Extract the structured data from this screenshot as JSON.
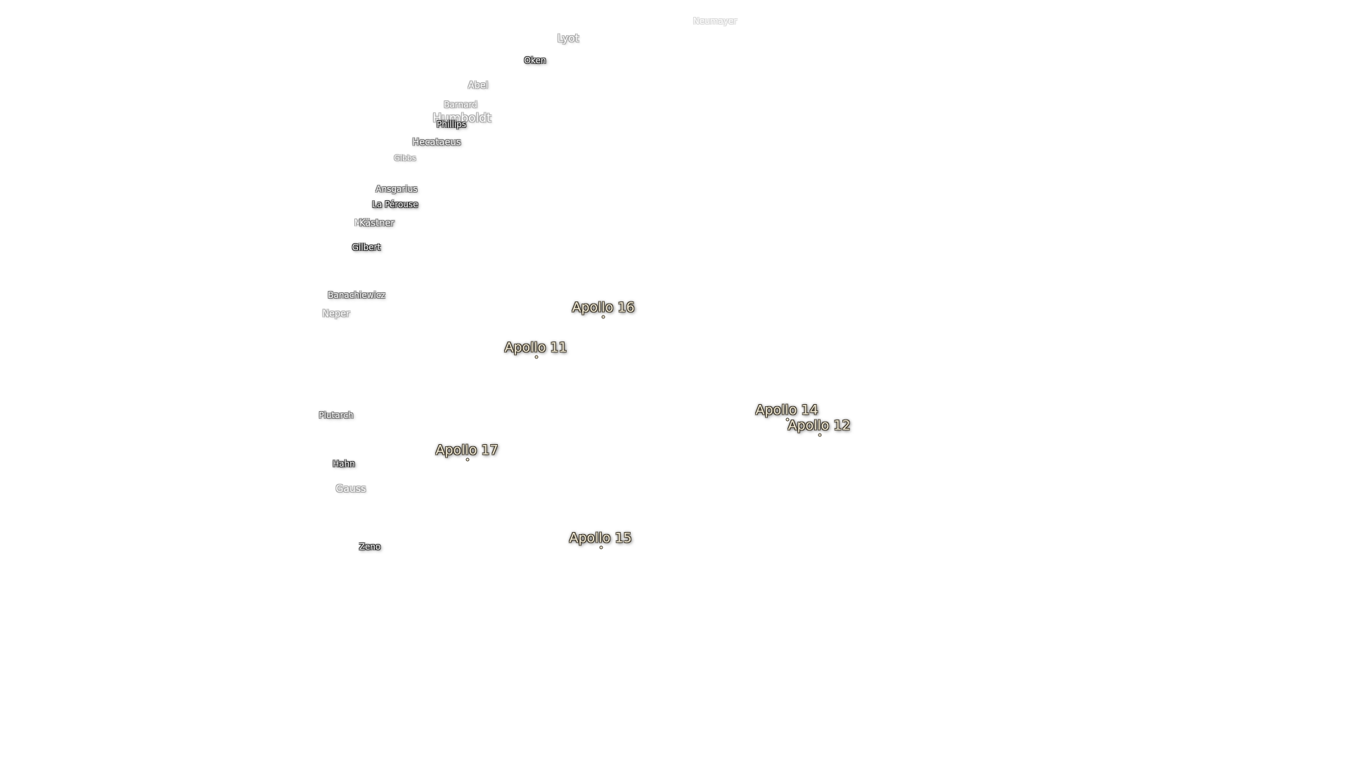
{
  "map": {
    "craters": [
      {
        "name": "Neumayer",
        "tone": "ghost"
      },
      {
        "name": "Lyot",
        "tone": "faint"
      },
      {
        "name": "Oken",
        "tone": "dark"
      },
      {
        "name": "Abel",
        "tone": "faint"
      },
      {
        "name": "Barnard",
        "tone": "faint"
      },
      {
        "name": "Humboldt",
        "tone": "faint"
      },
      {
        "name": "Phillips",
        "tone": "dark"
      },
      {
        "name": "Hecataeus",
        "tone": "mid"
      },
      {
        "name": "Gibbs",
        "tone": "faint"
      },
      {
        "name": "Ansgarius",
        "tone": "mid"
      },
      {
        "name": "La Pérouse",
        "tone": "dark"
      },
      {
        "name": "M",
        "tone": "faint"
      },
      {
        "name": "Kästner",
        "tone": "mid"
      },
      {
        "name": "Gilbert",
        "tone": "dark"
      },
      {
        "name": "Banachiewicz",
        "tone": "mid"
      },
      {
        "name": "Neper",
        "tone": "faint"
      },
      {
        "name": "Plutarch",
        "tone": "mid"
      },
      {
        "name": "Hahn",
        "tone": "dark"
      },
      {
        "name": "Gauss",
        "tone": "faint"
      },
      {
        "name": "Zeno",
        "tone": "dark"
      }
    ],
    "landing_sites": [
      {
        "name": "Apollo 16"
      },
      {
        "name": "Apollo 11"
      },
      {
        "name": "Apollo 14"
      },
      {
        "name": "Apollo 12"
      },
      {
        "name": "Apollo 17"
      },
      {
        "name": "Apollo 15"
      }
    ]
  }
}
